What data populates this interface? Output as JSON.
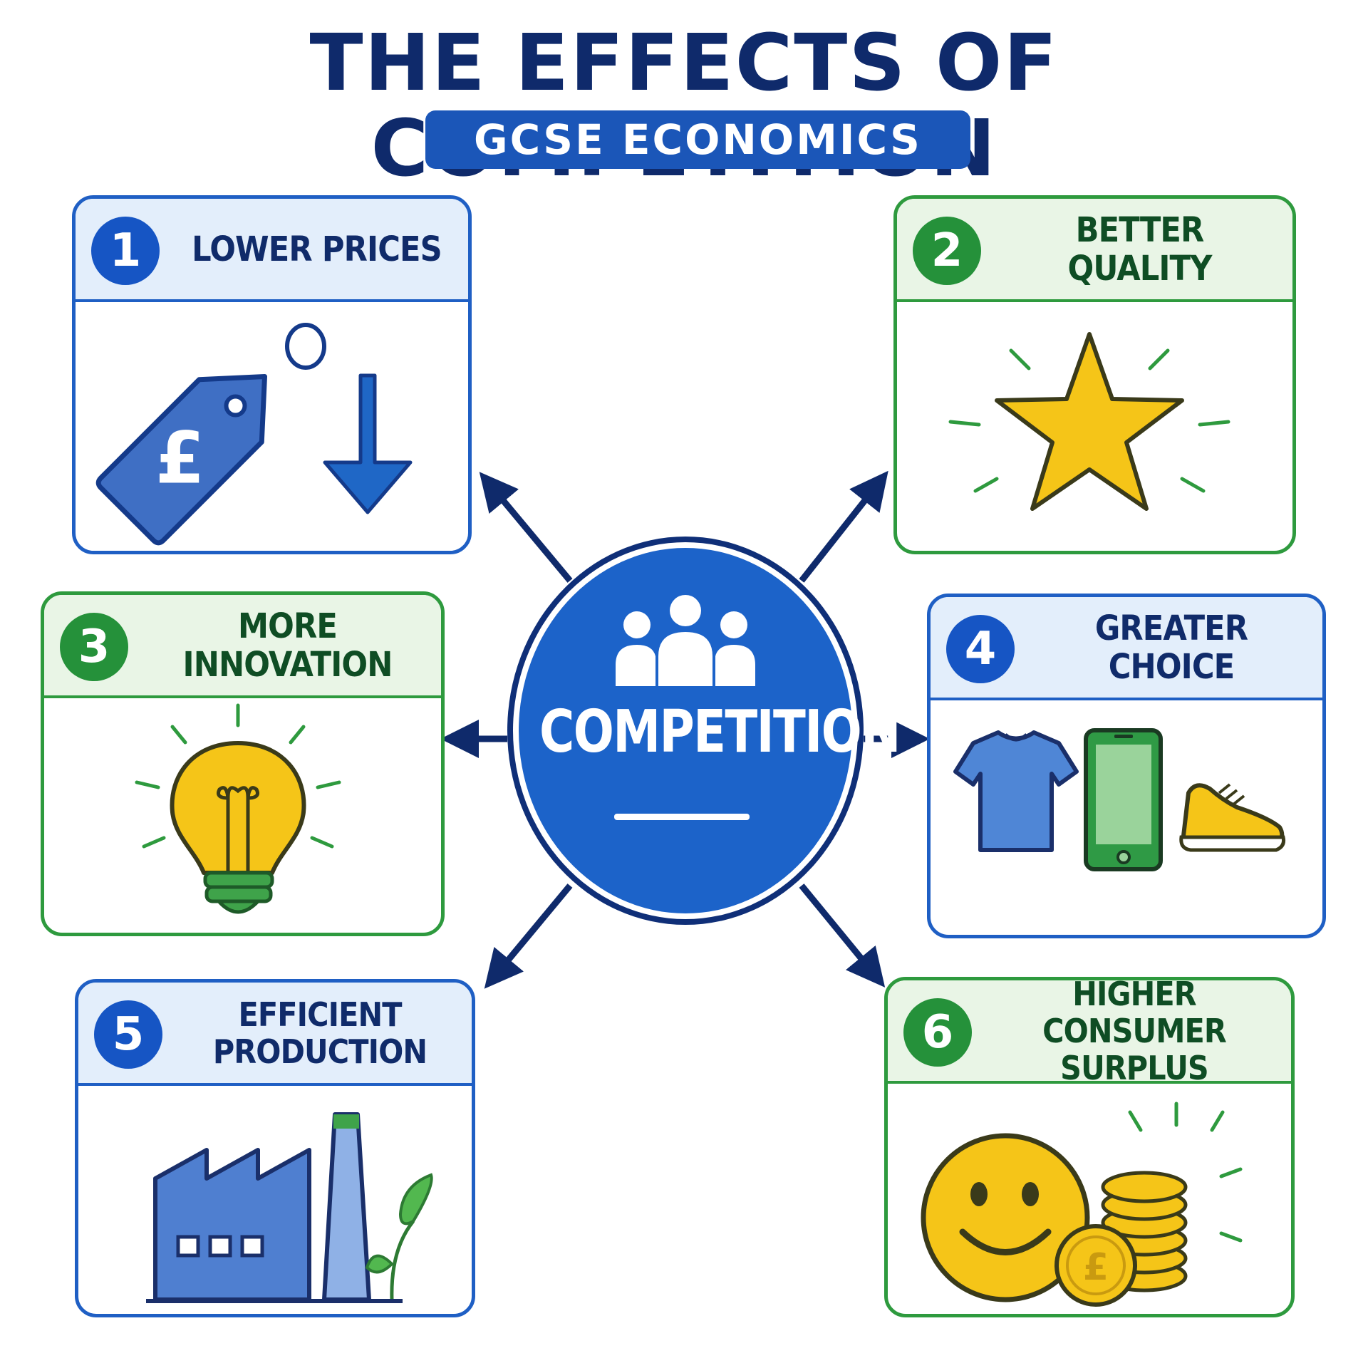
{
  "header": {
    "title": "THE EFFECTS OF COMPETITION",
    "subtitle": "GCSE ECONOMICS"
  },
  "center": {
    "label": "COMPETITION",
    "icon": "people-group-icon"
  },
  "effects": [
    {
      "number": "1",
      "label": "LOWER PRICES",
      "icon": "pound-price-tag-with-down-arrow-icon",
      "theme": "blue"
    },
    {
      "number": "2",
      "label": "BETTER QUALITY",
      "icon": "star-icon",
      "theme": "green"
    },
    {
      "number": "3",
      "label": "MORE INNOVATION",
      "icon": "lightbulb-icon",
      "theme": "green"
    },
    {
      "number": "4",
      "label": "GREATER CHOICE",
      "icon": "tshirt-phone-shoe-icons",
      "theme": "blue"
    },
    {
      "number": "5",
      "label": "EFFICIENT PRODUCTION",
      "icon": "factory-with-leaf-icon",
      "theme": "blue"
    },
    {
      "number": "6",
      "label": "HIGHER CONSUMER SURPLUS",
      "icon": "smiley-and-pound-coins-icon",
      "theme": "green"
    }
  ],
  "colors": {
    "navy": "#0f2a6b",
    "blue": "#1f5fc4",
    "green": "#2e9a3e",
    "yellow": "#f5c518"
  }
}
